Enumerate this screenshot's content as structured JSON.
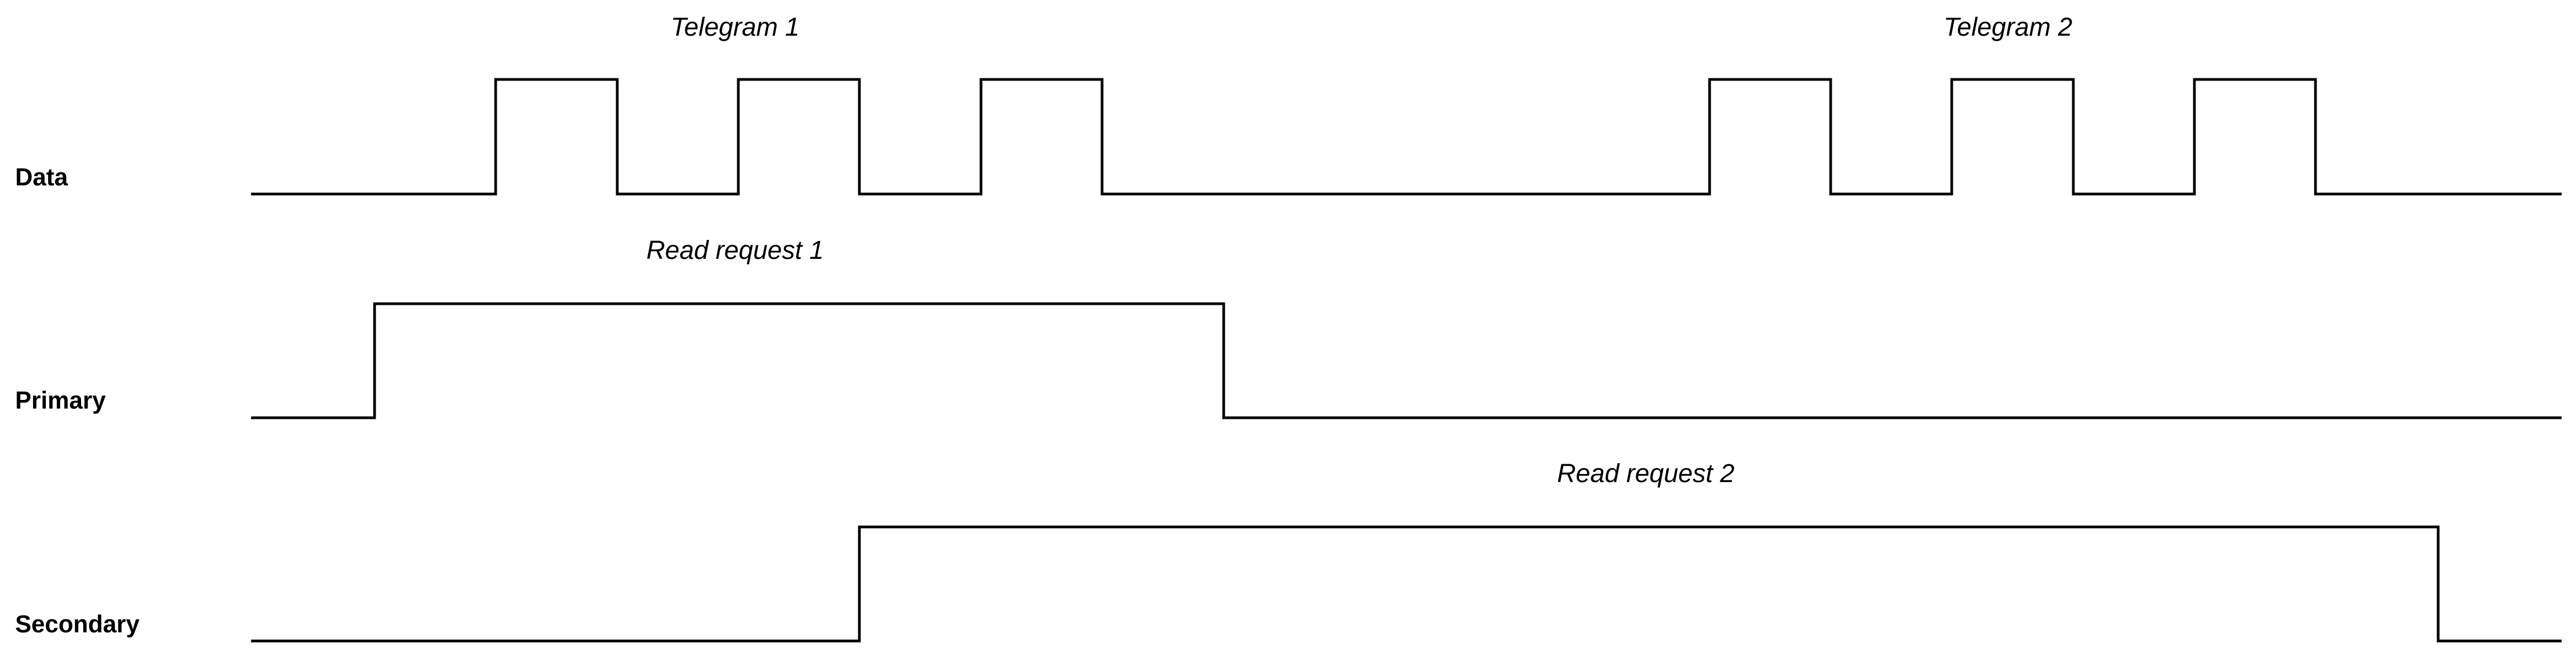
{
  "rows": {
    "data": "Data",
    "primary": "Primary",
    "secondary": "Secondary"
  },
  "annotations": {
    "telegram_1": "Telegram 1",
    "telegram_2": "Telegram 2",
    "read_request_1": "Read request 1",
    "read_request_2": "Read request 2"
  },
  "colors": {
    "line": "#000000",
    "background": "#ffffff"
  }
}
